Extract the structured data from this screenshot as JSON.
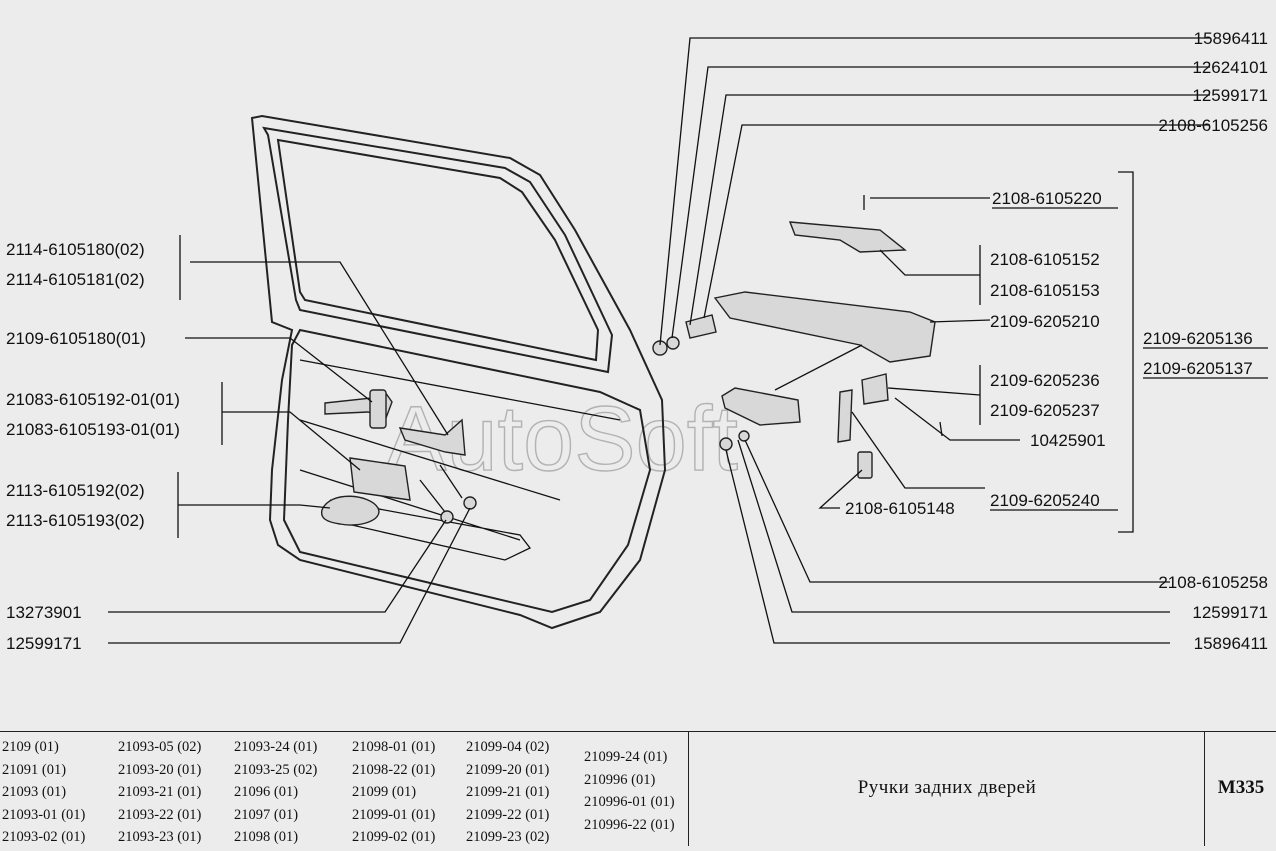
{
  "watermark": "AutoSoft",
  "callouts": {
    "top_right": [
      "15896411",
      "12624101",
      "12599171",
      "2108-6105256"
    ],
    "right_inner": {
      "screw": "2108-6105220",
      "lever_a": "2108-6105152",
      "lever_b": "2108-6105153",
      "handle": "2109-6205210",
      "rod_a": "2109-6205236",
      "rod_b": "2109-6205237",
      "screw_b": "10425901",
      "clip": "2108-6105148",
      "rod_c": "2109-6205240"
    },
    "right_assembly": [
      "2109-6205136",
      "2109-6205137"
    ],
    "bottom_right": [
      "2108-6105258",
      "12599171",
      "15896411"
    ],
    "left": {
      "inner_handle_a": "2114-6105180(02)",
      "inner_handle_b": "2114-6105181(02)",
      "inner_handle_c": "2109-6105180(01)",
      "escutcheon_a": "21083-6105192-01(01)",
      "escutcheon_b": "21083-6105193-01(01)",
      "armrest_a": "2113-6105192(02)",
      "armrest_b": "2113-6105193(02)",
      "bolt": "13273901",
      "nut": "12599171"
    }
  },
  "models": [
    [
      "2109 (01)",
      "21091 (01)",
      "21093 (01)",
      "21093-01 (01)",
      "21093-02 (01)"
    ],
    [
      "21093-05 (02)",
      "21093-20 (01)",
      "21093-21 (01)",
      "21093-22 (01)",
      "21093-23 (01)"
    ],
    [
      "21093-24 (01)",
      "21093-25 (02)",
      "21096 (01)",
      "21097 (01)",
      "21098 (01)"
    ],
    [
      "21098-01 (01)",
      "21098-22 (01)",
      "21099 (01)",
      "21099-01 (01)",
      "21099-02 (01)"
    ],
    [
      "21099-04 (02)",
      "21099-20 (01)",
      "21099-21 (01)",
      "21099-22 (01)",
      "21099-23 (02)"
    ],
    [
      "21099-24 (01)",
      "210996 (01)",
      "210996-01 (01)",
      "210996-22 (01)"
    ]
  ],
  "title": "Ручки задних дверей",
  "sheet_code": "M335"
}
